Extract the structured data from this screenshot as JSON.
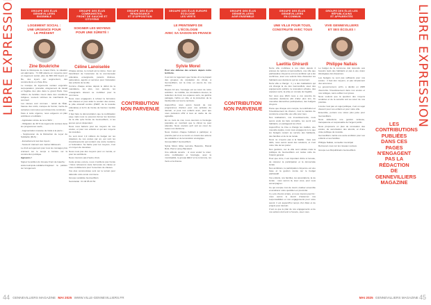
{
  "left": {
    "vertical_title": "LIBRE EXPRESSION",
    "columns": [
      {
        "banner": "Groupe des élus Gennevilliers\nensemble",
        "headline": "Logement social :\nune urgence pour\nle présent",
        "name": "Zine Boukriche",
        "party": "",
        "paragraphs": [
          "Dans la Métropole du Grand Paris, la situation est alarmante : 71 000 attente en moyenne pour un logement social, plus de 800 000 foyers en file, des loyers qui augmentent, des constructions en chute libre.",
          "Le manque de logements sociaux engendre surpopulation, précarité, éloignement du travail et fragilise des plus dans le grand Paris. Des milliers de familles vivent dans des conditions indignes, souvent victimes de marchands de sommeil.",
          "Les causes sont connues : retrait de l'État, hausse des coûts, manque de foncier, inertie de certaines communes qui refusent de construire.",
          "Face à cette urgence, nous exigeons un plan ambitieux et solidaire :",
          "- Application stricte de la loi SRU ;",
          "- Obligation de 30 % de logements sociaux dans les programmes neufs ;",
          "- Augmentation massive de l'aide à la pierre ;",
          "- Suppression de la Réduction de Loyer de Solidarité (RLS) ;",
          "- Encadrement réel des loyers ;",
          "- Soutenir vraiment aux maires bâtisseurs.",
          "Le droit au logement pour tous les ménages plus vraiment sur le temps à l'arrière sur la construction publique.",
          "Agissons !",
          "Signez la pétition du Groupe Front de Gauche :",
          "www.metropole-solidaire.fr/agissez la pétition sur la logement."
        ]
      },
      {
        "banner": "Groupe des élus communistes,\nfront de gauche et citoyens",
        "headline": "Soigner les moyens\npour une sûreté !",
        "name": "Céline Lanoiselée",
        "party": "",
        "paragraphs": [
          "Chaque année, le conseil est le même. Ceux qui bénéficient de l'extension de la communauté éducative, enseignants, parents d'élèves, partenaires, agents et services pour l'éducation des enfants de la ville.",
          "Comme chaque année depuis le début de la mandature, les élus, nos parents, les enseignants doivent se mobiliser pour la commune.",
          "Nous nous engageons à refuser la fermeture des classes et pour aider le soutien des écoles, le pôle éducatif continu (PEDT, de la réussite éducative) et la fin de l'école de l'ancien modèle local.",
          "Il faut faire la démonstration que la mobilisation paye mais nous ne pouvons fermer les fenêtres de la ville qu'à l'école de Gennevilliers, ni les jeunes qui en dépendent.",
          "Nous nous battons pour les moyens de nos écoles, et pour nos enfants et qui aux moyens de réussites.",
          "Ce sont donc 1,9 millions du budget sur les dotations de nos écoles par an, qui sont les investissements qui rendent une école moderne et l'éducation. Se battre pour les moyens, c'est un moyen de réussites.",
          "Nous nous pas des moyens pour un monde, et pour les ambitions.",
          "Nous n'aurons pas d'autre choix.",
          "Cette année encore, nous n'oublions pas l'école ! Nous refuserons toute fermeture de classe et nous mobiliserons pour l'ouverture de classes.",
          "Vos élus communistes sont sur le terrain pour défendre votre école commune.",
          "Groupe socialiste Gennevilliers",
          "Secrétariat : 01 40 85 43 54"
        ]
      },
      {
        "banner": "Groupe des élus Renaissance\net d'opposition",
        "headline": "",
        "name": "",
        "party": "",
        "not_received": "Contribution\nnon parvenue",
        "paragraphs": []
      },
      {
        "banner": "Groupe des élus Europe Écologie\nLes Verts",
        "headline": "Le printemps de l'écologie\navec sa saison en France",
        "name": "Sylvie Morel",
        "party": "",
        "paragraphs": [
          "Pour une défense des acteurs depuis notre territoire.",
          "Il est loin le logement que l'école vit à la plupart des groupes de réputation du climat, à Gennevilliers, sur la mise en œuvre de nos actions.",
          "Depuis 10 ans, l'écologie est au cœur de notre ambition : la mobilité, les circulations douces, la réduction du bruit, les espaces verts, les jardins partagés, l'arbre en ville, et la protection de la biodiversité sur tout le territoire.",
          "Aujourd'hui, nous avons besoin de nos programmes d'action pour nos activités de demain, et pour nos enfants avec, pour que nous puissions offrir à tous un cadre de vie agréable.",
          "En ce mois de mai, nous œuvrons à l'écologie populaire en montrant que le climat ne peut attendre. Nous voulons qu'il soit au cœur de toutes nos décisions.",
          "Nous invitons chaque habitant à participer, à prendre part et à se réunir en créant des actions de solidarité et de la transition écologique.",
          "Groupe EELV Gennevilliers",
          "Sylvie Morel, Elise Lemoine Beausire, Pascal Rubi, Pierre Lanoy Baculard.",
          "Une attitude ouverte : si vous voulez le cœur, votre mobilisation et l'écologie, avec la municipalité, le groupe EELV et la commune, les Verts et la France."
        ]
      }
    ],
    "footer": {
      "page": "44",
      "magazine": "GENNEVILLIERS MAGAZINE",
      "date": "MAI 2025",
      "site": "WWW.VILLE-GENNEVILLIERS.FR"
    }
  },
  "right": {
    "vertical_title": "LIBRE EXPRESSION",
    "columns": [
      {
        "banner": "Groupe des élus Gennevilliers\nagir ensemble",
        "headline": "",
        "name": "",
        "party": "",
        "not_received": "Contribution\nnon parvenue",
        "paragraphs": []
      },
      {
        "banner": "Groupe des élus Gennevilliers\nen commun",
        "headline": "Une ville pour tous,\nconstruite avec tous",
        "name": "Laetitia Ghirardi",
        "party": "",
        "paragraphs": [
          "Notre ville mobilisée à nos côtés depuis 4 années de rupture à Gennevilliers, une ville que participative citoyenne est une ambition qui a été confirmée, avec une volonté forte d'associer les habitants aux décisions qui les concernent.",
          "Notre ville a changé : il y a des réalisations qui ont changé la vie des Gennevillois, avec des équipements publics, la rénovation urbaine, des espaces verts, la prise en compte de l'égalité.",
          "Sur nous que 2024 nous a vus prendre de nouvelles décisions afin d'aller plus loin, de nouvelles démarches participatives, des budgets citoyens.",
          "Parce que chaque voix compte, la contribution et l'investissement de chacun, c'est la manière de construire ensemble une ville pour tous.",
          "Nos réalisations, nos investissements, nous avons voulu les faire connaître, les ouvrir aux habitants, en partageant les choix.",
          "Aujourd'hui, la crise a changé les réalités, une nouvelle équipe, nous nous engageons à ce que les budgets restent au service des habitants, des familles et de la vie locale.",
          "Nous ne croyons pas à la fatalité : face aux défis, nous avons aussi des solutions, et c'est notre rôle de les porter.",
          "Nos gestions, sur la ville sont solides mais la politique de Gennevilliers est restée celle de l'intérêt général.",
          "Pour que vivre, il est important d'être à l'écoute, de relancer la participation et la démocratie locale.",
          "Nos ambitions, la participation citoyenne est une base et la gestion réunie sur le budget participatif.",
          "Vos enfants, nos familles, les associations, la vie locale : nous serons là, avec vous, pour vous accompagner.",
          "Ce qui compte c'est de réunir, réaliser ensemble et améliorer votre quotidien en proximité.",
          "Il y a du chemin à faire, et nous n'avons pas fini : nous avons le devoir d'assumer nos responsabilités et nos engagements pour votre avenir, il est aujourd'hui temps d'un bilan et de projets pour demain.",
          "C'est ce que le plan de nos engagements et de nos actions doit tenir à l'œuvre, avec vous."
        ]
      },
      {
        "banner": "Groupe des élus Les Républicains\net apparentés",
        "headline": "Vive Gennevilliers\net ses écoles !",
        "name": "Philippe Nallais",
        "party": "",
        "paragraphs": [
          "Le budget de la commune doit répondre aux besoins réels des habitants et pas à une vision idéologique des dépenses.",
          "Les budgets ne sont pas suffisants pour nos écoles : il faut des moyens, et pas simplement des annonces.",
          "Le gouvernement, enfin, a décidé en 2025 d'accroître l'investissement dans nos écoles et nos collèges, sans oublier nos lycées.",
          "Nous voulons que la question des moyens scolaires et de la sécurité soit au cœur de nos priorités.",
          "L'école n'est pas un sujet politique, c'est un sujet d'avenir pour nos enfants et pour notre ville.",
          "Ensemble, portons une vision plus juste pour Gennevilliers.",
          "Nous défendons une gestion sérieuse, transparente et responsable de l'argent public.",
          "Nous proposons un plan de rénovation des écoles, de sécurisation des abords, et d'une vraie politique de réussite.",
          "Gennevilliers mérite une autre ambition pour ses enfants et ses familles.",
          "Philippe Nallais, conseiller municipal",
          "Retrouvez-nous sur les réseaux sociaux.",
          "Groupe Les Républicains Gennevilliers"
        ]
      }
    ],
    "notice": "Les contributions publiées dans ces pages n'engagent pas la rédaction de Gennevilliers Magazine",
    "footer": {
      "page": "45",
      "magazine": "GENNEVILLIERS MAGAZINE",
      "date": "MAI 2025",
      "site": ""
    }
  }
}
